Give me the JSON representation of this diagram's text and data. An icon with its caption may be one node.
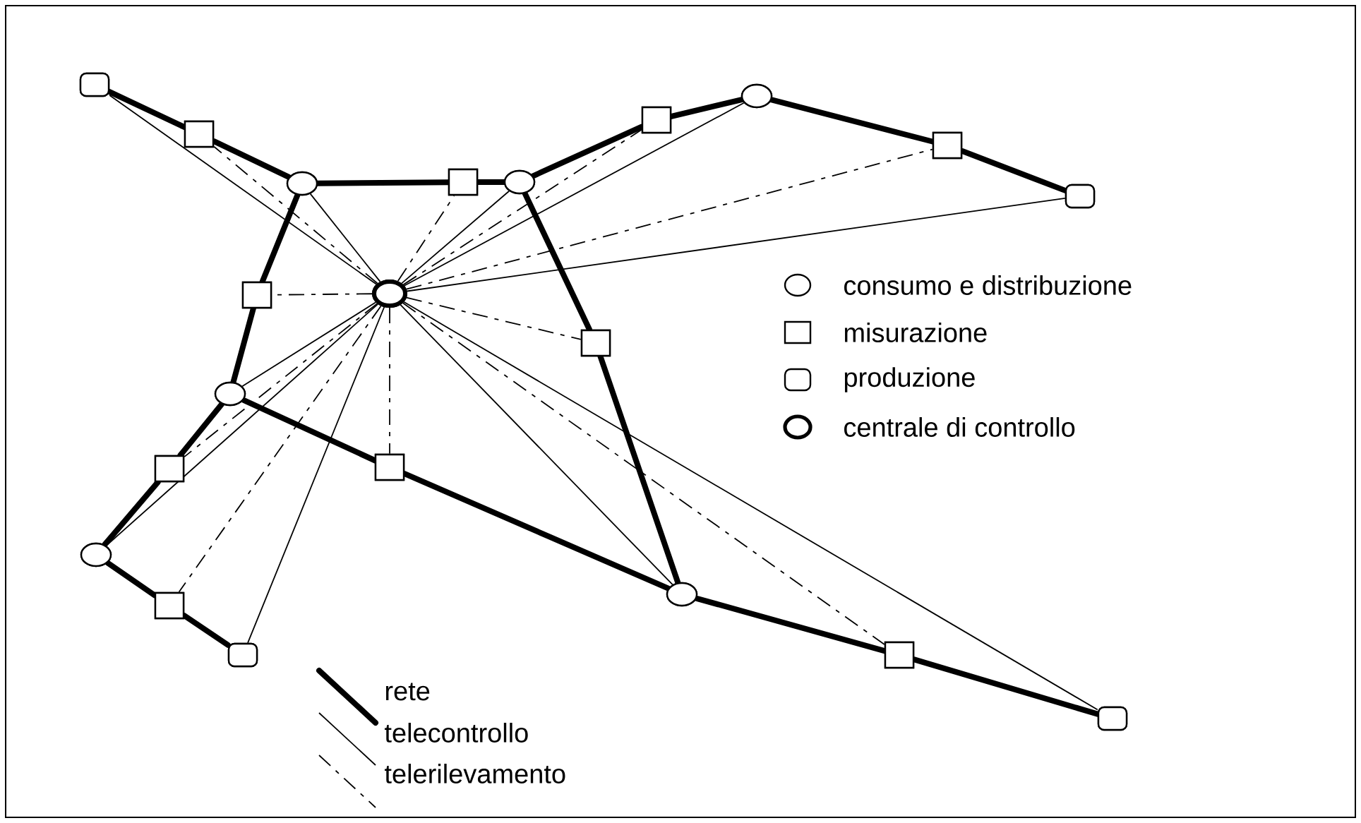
{
  "diagram": {
    "nodes": [
      {
        "text": [],
        "shape": "rounded-box"
      },
      {
        "text": [],
        "shape": "box"
      },
      {
        "text": [],
        "shape": "circle"
      },
      {
        "text": [],
        "shape": "box"
      },
      {
        "text": [],
        "shape": "circle"
      },
      {
        "text": [],
        "shape": "box"
      },
      {
        "text": [],
        "shape": "circle"
      },
      {
        "text": [],
        "shape": "box"
      },
      {
        "text": [],
        "shape": "rounded-box"
      },
      {
        "text": [],
        "shape": "ring"
      },
      {
        "text": [],
        "shape": "box"
      },
      {
        "text": [],
        "shape": "box"
      },
      {
        "text": [],
        "shape": "circle"
      },
      {
        "text": [],
        "shape": "box"
      },
      {
        "text": [],
        "shape": "box"
      },
      {
        "text": [],
        "shape": "circle"
      },
      {
        "text": [],
        "shape": "box"
      },
      {
        "text": [],
        "shape": "circle"
      },
      {
        "text": [],
        "shape": "box"
      },
      {
        "text": [],
        "shape": "rounded-box"
      },
      {
        "text": [],
        "shape": "rounded-box"
      }
    ],
    "edges": [
      {
        "from": 0,
        "to": 1,
        "arrow": "none",
        "style": "thick"
      },
      {
        "from": 1,
        "to": 2,
        "arrow": "none",
        "style": "thick"
      },
      {
        "from": 2,
        "to": 3,
        "arrow": "none",
        "style": "thick"
      },
      {
        "from": 3,
        "to": 4,
        "arrow": "none",
        "style": "thick"
      },
      {
        "from": 4,
        "to": 5,
        "arrow": "none",
        "style": "thick"
      },
      {
        "from": 5,
        "to": 6,
        "arrow": "none",
        "style": "thick"
      },
      {
        "from": 6,
        "to": 7,
        "arrow": "none",
        "style": "thick"
      },
      {
        "from": 7,
        "to": 8,
        "arrow": "none",
        "style": "thick"
      },
      {
        "from": 2,
        "to": 10,
        "arrow": "none",
        "style": "thick"
      },
      {
        "from": 10,
        "to": 12,
        "arrow": "none",
        "style": "thick"
      },
      {
        "from": 4,
        "to": 11,
        "arrow": "none",
        "style": "thick"
      },
      {
        "from": 11,
        "to": 17,
        "arrow": "none",
        "style": "thick"
      },
      {
        "from": 12,
        "to": 13,
        "arrow": "none",
        "style": "thick"
      },
      {
        "from": 13,
        "to": 15,
        "arrow": "none",
        "style": "thick"
      },
      {
        "from": 12,
        "to": 14,
        "arrow": "none",
        "style": "thick"
      },
      {
        "from": 14,
        "to": 17,
        "arrow": "none",
        "style": "thick"
      },
      {
        "from": 15,
        "to": 16,
        "arrow": "none",
        "style": "thick"
      },
      {
        "from": 16,
        "to": 19,
        "arrow": "none",
        "style": "thick"
      },
      {
        "from": 17,
        "to": 18,
        "arrow": "none",
        "style": "thick"
      },
      {
        "from": 18,
        "to": 20,
        "arrow": "none",
        "style": "thick"
      },
      {
        "from": 9,
        "to": 0,
        "arrow": "none"
      },
      {
        "from": 9,
        "to": 2,
        "arrow": "none"
      },
      {
        "from": 9,
        "to": 4,
        "arrow": "none"
      },
      {
        "from": 9,
        "to": 6,
        "arrow": "none"
      },
      {
        "from": 9,
        "to": 8,
        "arrow": "none"
      },
      {
        "from": 9,
        "to": 12,
        "arrow": "none"
      },
      {
        "from": 9,
        "to": 15,
        "arrow": "none"
      },
      {
        "from": 9,
        "to": 19,
        "arrow": "none"
      },
      {
        "from": 9,
        "to": 17,
        "arrow": "none"
      },
      {
        "from": 9,
        "to": 20,
        "arrow": "none"
      },
      {
        "from": 9,
        "to": 1,
        "arrow": "none",
        "style": "dashed"
      },
      {
        "from": 9,
        "to": 3,
        "arrow": "none",
        "style": "dashed"
      },
      {
        "from": 9,
        "to": 5,
        "arrow": "none",
        "style": "dashed"
      },
      {
        "from": 9,
        "to": 7,
        "arrow": "none",
        "style": "dashed"
      },
      {
        "from": 9,
        "to": 10,
        "arrow": "none",
        "style": "dashed"
      },
      {
        "from": 9,
        "to": 11,
        "arrow": "none",
        "style": "dashed"
      },
      {
        "from": 9,
        "to": 13,
        "arrow": "none",
        "style": "dashed"
      },
      {
        "from": 9,
        "to": 14,
        "arrow": "none",
        "style": "dashed"
      },
      {
        "from": 9,
        "to": 16,
        "arrow": "none",
        "style": "dashed"
      },
      {
        "from": 9,
        "to": 18,
        "arrow": "none",
        "style": "dashed"
      }
    ],
    "legend": [
      {
        "text": "consumo e distribuzione"
      },
      {
        "text": "misurazione"
      },
      {
        "text": "produzione"
      },
      {
        "text": "centrale di controllo"
      },
      {
        "text": "rete"
      },
      {
        "text": "telecontrollo"
      },
      {
        "text": "telerilevamento"
      }
    ]
  }
}
